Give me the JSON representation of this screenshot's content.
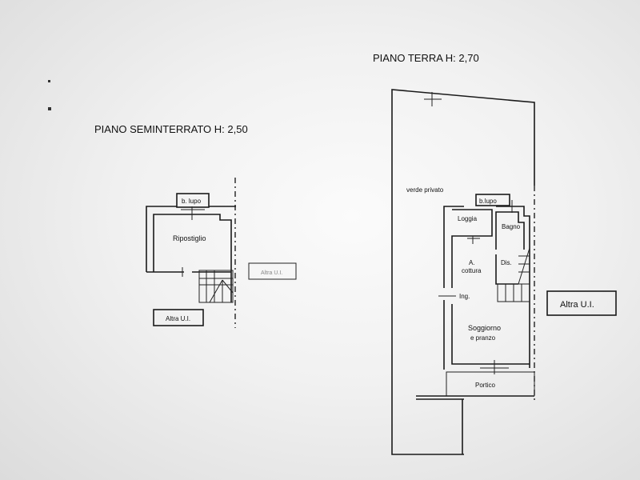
{
  "basement": {
    "title": "PIANO SEMINTERRATO H: 2,50",
    "rooms": {
      "bocca_lupo": "b. lupo",
      "ripostiglio": "Ripostiglio"
    },
    "other_unit_right": "Altra U.I.",
    "other_unit_bottom": "Altra U.I."
  },
  "ground": {
    "title": "PIANO TERRA H: 2,70",
    "garden": "verde privato",
    "rooms": {
      "bocca_lupo": "b.lupo",
      "loggia": "Loggia",
      "bagno": "Bagno",
      "cucina_1": "A.",
      "cucina_2": "cottura",
      "disimpegno": "Dis.",
      "ingresso": "Ing.",
      "soggiorno_1": "Soggiorno",
      "soggiorno_2": "e pranzo",
      "portico": "Portico"
    },
    "other_unit": "Altra U.I."
  }
}
